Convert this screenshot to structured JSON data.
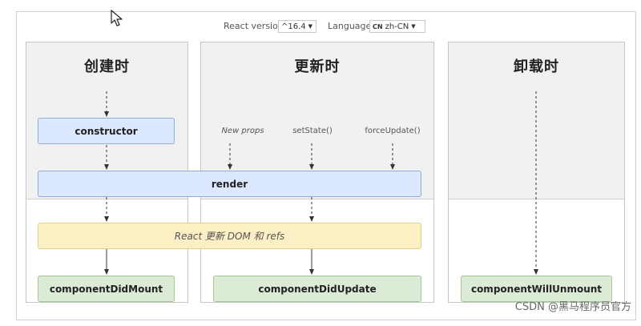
{
  "toolbar": {
    "react_version_label": "React version",
    "react_version_value": "^16.4",
    "language_label": "Language",
    "language_flag": "CN",
    "language_value": "zh-CN"
  },
  "phases": {
    "mount": "创建时",
    "update": "更新时",
    "unmount": "卸载时"
  },
  "nodes": {
    "constructor": "constructor",
    "render": "render",
    "react_updates_dom": "React 更新 DOM 和 refs",
    "component_did_mount": "componentDidMount",
    "component_did_update": "componentDidUpdate",
    "component_will_unmount": "componentWillUnmount"
  },
  "triggers": {
    "new_props": "New props",
    "set_state": "setState()",
    "force_update": "forceUpdate()"
  },
  "colors": {
    "phase_blue": "#dbe8fd",
    "phase_yellow": "#fcefc4",
    "phase_green": "#dcebd6",
    "column_bg": "#f1f1f1"
  },
  "watermark": "CSDN @黑马程序员官方",
  "icons": [
    "cursor-arrow-icon",
    "chevron-down-icon"
  ]
}
